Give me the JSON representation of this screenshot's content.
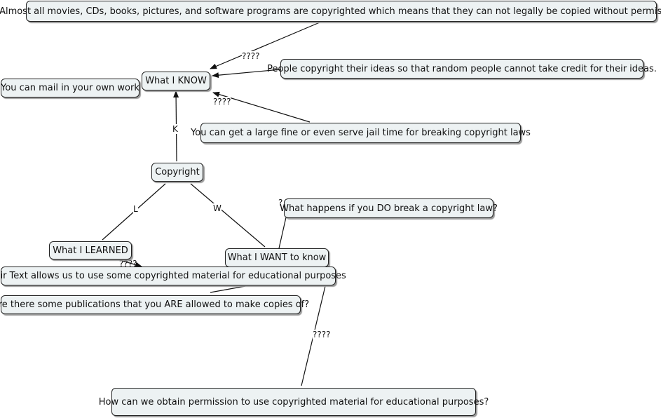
{
  "nodes": {
    "movies": "Almost all movies, CDs, books, pictures, and software programs are copyrighted which means that they can not legally be copied without permission.",
    "know": "What I KNOW",
    "mail": "You can mail in your own work",
    "ideas": "People copyright their ideas so that random people cannot take credit for their ideas.",
    "fine": "You can get a large fine or even serve jail time for breaking copyright laws",
    "copyright": "Copyright",
    "break": "What happens if you DO break a copyright law?",
    "learned": "What I LEARNED",
    "want": "What I WANT to know",
    "fair": "Fair Text allows us to use some copyrighted material for educational purposes",
    "publications": "Are there some publications that you ARE allowed to make copies of?",
    "permission": "How can we obtain permission to use copyrighted material for educational purposes?"
  },
  "labels": {
    "q_movies": "????",
    "q_fine": "????",
    "k": "K",
    "l": "L",
    "w": "W",
    "q_break": "?",
    "q_learned": "????",
    "q_permission": "????"
  }
}
